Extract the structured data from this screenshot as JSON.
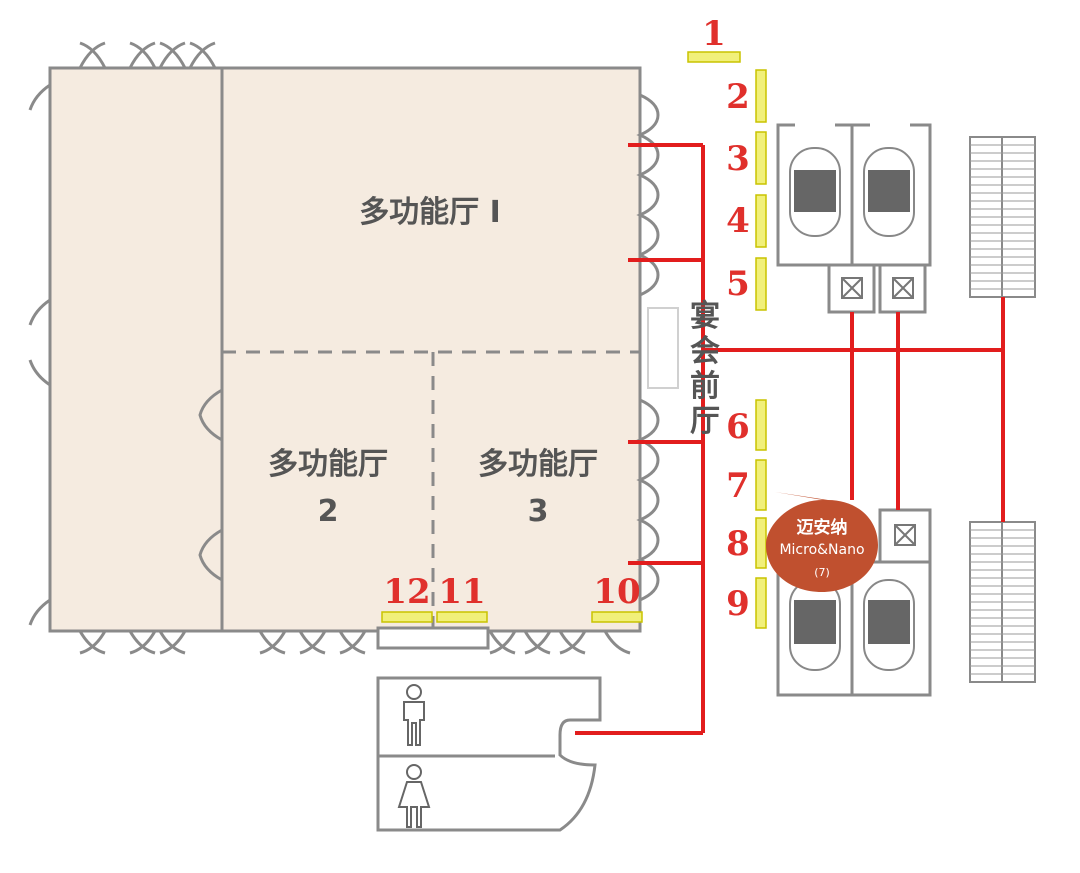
{
  "colors": {
    "room_fill": "#f5ebe0",
    "wall": "#8a8a8a",
    "route": "#e21d1d",
    "booth": "#f1f07a",
    "booth_border": "#c9c300",
    "booth_number": "#e0302c",
    "logo_bubble": "#c0502f"
  },
  "rooms": {
    "hall1": "多功能厅 I",
    "hall2_line1": "多功能厅",
    "hall2_line2": "2",
    "hall3_line1": "多功能厅",
    "hall3_line2": "3",
    "foyer": [
      "宴",
      "会",
      "前",
      "厅"
    ]
  },
  "booths": [
    "1",
    "2",
    "3",
    "4",
    "5",
    "6",
    "7",
    "8",
    "9",
    "10",
    "11",
    "12"
  ],
  "logo": {
    "cn": "迈安纳",
    "en": "Micro&Nano",
    "booth": "(7)"
  },
  "icons": [
    "restroom-male-icon",
    "restroom-female-icon",
    "elevator-icon",
    "escalator-icon"
  ]
}
